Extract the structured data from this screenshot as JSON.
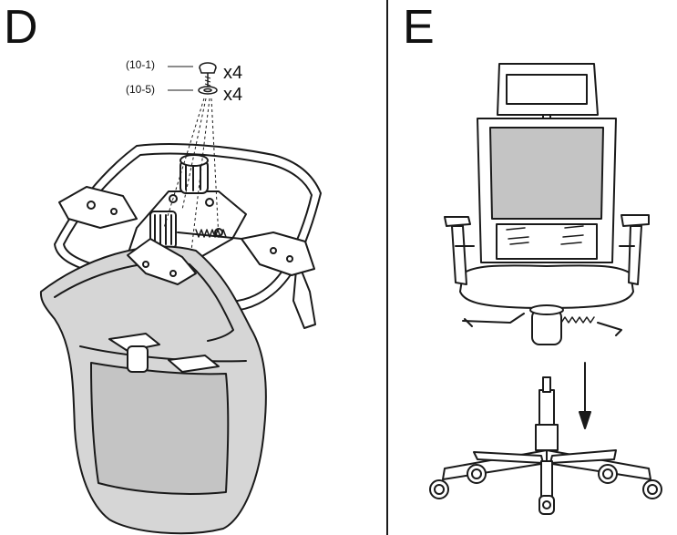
{
  "steps": {
    "d": {
      "letter": "D",
      "parts": [
        {
          "code": "(10-1)",
          "qty": "x4"
        },
        {
          "code": "(10-5)",
          "qty": "x4"
        }
      ]
    },
    "e": {
      "letter": "E"
    }
  },
  "colors": {
    "line": "#1a1a1a",
    "seat_fill": "#d6d6d6",
    "mesh_fill": "#c4c4c4",
    "background": "#ffffff"
  }
}
